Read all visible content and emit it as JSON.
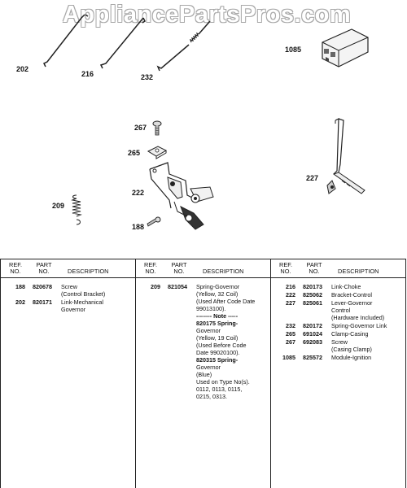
{
  "watermark": "AppliancePartsPros.com",
  "callouts": {
    "c202": "202",
    "c216": "216",
    "c232": "232",
    "c1085": "1085",
    "c267": "267",
    "c265": "265",
    "c222": "222",
    "c209": "209",
    "c188": "188",
    "c227": "227"
  },
  "table": {
    "header": {
      "ref": [
        "REF.",
        "NO."
      ],
      "part": [
        "PART",
        "NO."
      ],
      "description": "DESCRIPTION"
    },
    "columns": [
      {
        "rows": [
          {
            "ref": "188",
            "part": "820678",
            "desc": [
              "Screw",
              "(Control Bracket)"
            ]
          },
          {
            "ref": "202",
            "part": "820171",
            "desc": [
              "Link-Mechanical",
              "Governor"
            ]
          }
        ]
      },
      {
        "rows": [
          {
            "ref": "209",
            "part": "821054",
            "desc": [
              "Spring-Governor",
              "(Yellow, 32 Coil)",
              "(Used After Code Date",
              "99013100).",
              "-------- Note -----",
              "820175 Spring-",
              "Governor",
              "(Yellow, 19 Coil)",
              "(Used Before Code",
              "Date 99020100).",
              "820315 Spring-",
              "Governor",
              "(Blue)",
              "Used on Type No(s).",
              "0112, 0113, 0115,",
              "0215, 0313."
            ]
          }
        ]
      },
      {
        "rows": [
          {
            "ref": "216",
            "part": "820173",
            "desc": [
              "Link-Choke"
            ]
          },
          {
            "ref": "222",
            "part": "825062",
            "desc": [
              "Bracket-Control"
            ]
          },
          {
            "ref": "227",
            "part": "825061",
            "desc": [
              "Lever-Governor",
              "Control",
              "(Hardware Included)"
            ]
          },
          {
            "ref": "232",
            "part": "820172",
            "desc": [
              "Spring-Governor Link"
            ]
          },
          {
            "ref": "265",
            "part": "691024",
            "desc": [
              "Clamp-Casing"
            ]
          },
          {
            "ref": "267",
            "part": "692083",
            "desc": [
              "Screw",
              "(Casing Clamp)"
            ]
          },
          {
            "ref": "1085",
            "part": "825572",
            "desc": [
              "Module-Ignition"
            ]
          }
        ]
      }
    ]
  }
}
